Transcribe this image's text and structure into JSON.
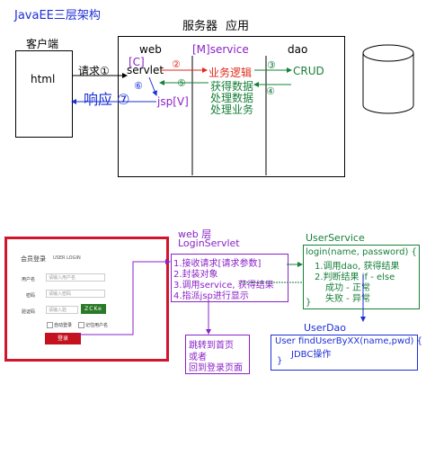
{
  "top": {
    "title": "JavaEE三层架构",
    "client_label": "客户端",
    "server_label": "服务器",
    "app_label": "应用",
    "html_label": "html",
    "web_label": "web",
    "service_label": "[M]service",
    "dao_label": "dao",
    "db_label": "DB",
    "servlet_prefix": "[C]",
    "servlet_label": "servlet",
    "jsp_label": "jsp[V]",
    "request_label": "请求①",
    "response_label": "响应 ⑦",
    "step2": "②",
    "step3": "③",
    "step4": "④",
    "step5": "⑤",
    "step6": "⑥",
    "business_logic": "业务逻辑",
    "crud": "CRUD",
    "get_data": "获得数据",
    "process_data": "处理数据",
    "process_business": "处理业务"
  },
  "login": {
    "title": "会员登录",
    "title_en": "USER LOGIN",
    "username_label": "用户名",
    "username_placeholder": "请输入用户名",
    "password_label": "密码",
    "password_placeholder": "请输入密码",
    "captcha_label": "验证码",
    "captcha_placeholder": "请输入验",
    "captcha_text": "ZCKe",
    "auto_login": "自动登录",
    "remember": "记住用户名",
    "login_button": "登录"
  },
  "web_layer": {
    "title": "web 层",
    "servlet_name": "LoginServlet",
    "steps": [
      "1.接收请求[请求参数]",
      "2.封装对象",
      "3.调用service, 获得结果",
      "4.指派jsp进行显示"
    ],
    "redirect": [
      "跳转到首页",
      "或者",
      "回到登录页面"
    ]
  },
  "service_layer": {
    "title": "UserService",
    "lines": [
      "login(name, password) {",
      "1.调用dao, 获得结果",
      "2.判断结果  if - else",
      "成功 - 正常",
      "失败 - 异常",
      "}"
    ]
  },
  "dao_layer": {
    "title": "UserDao",
    "lines": [
      "User findUserByXX(name,pwd) {",
      "JDBC操作",
      "}"
    ]
  },
  "colors": {
    "blue": "#1d2fd6",
    "red": "#e12a1a",
    "green": "#17803a",
    "purple": "#8a22c7",
    "login_red": "#d1162c"
  }
}
